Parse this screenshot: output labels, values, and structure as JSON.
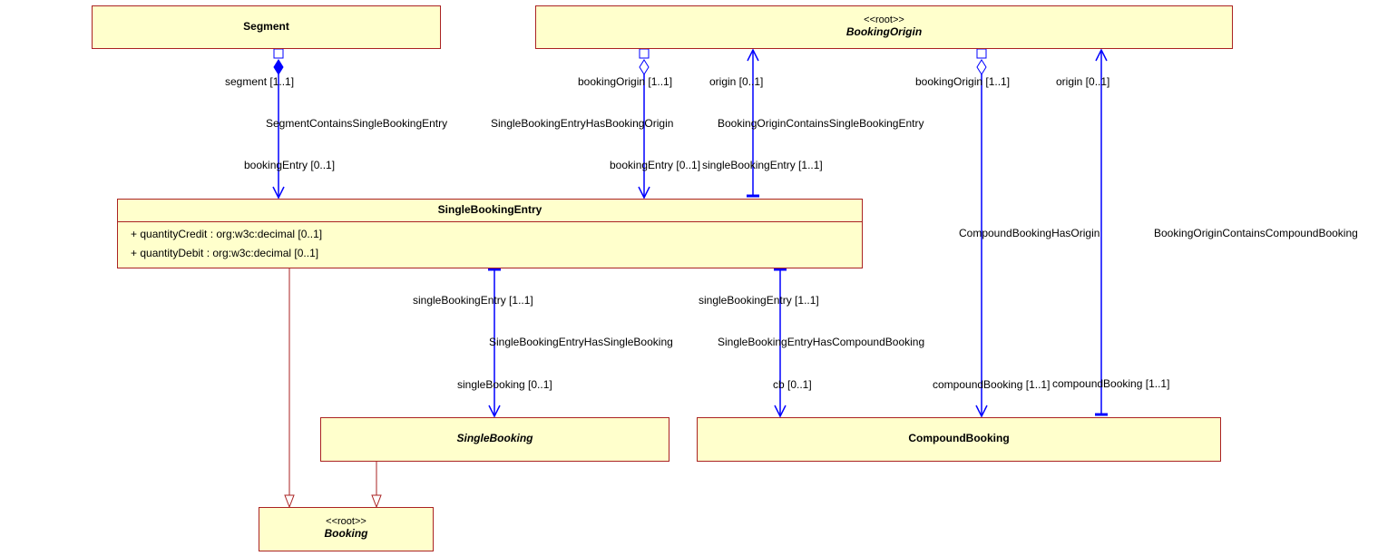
{
  "classes": {
    "segment": {
      "name": "Segment"
    },
    "booking_origin": {
      "stereotype": "<<root>>",
      "name": "BookingOrigin"
    },
    "single_booking_entry": {
      "name": "SingleBookingEntry",
      "attributes": [
        "+ quantityCredit : org:w3c:decimal [0..1]",
        "+ quantityDebit : org:w3c:decimal [0..1]"
      ]
    },
    "single_booking": {
      "name": "SingleBooking"
    },
    "compound_booking": {
      "name": "CompoundBooking"
    },
    "booking": {
      "stereotype": "<<root>>",
      "name": "Booking"
    }
  },
  "associations": {
    "segment_contains": {
      "name": "SegmentContainsSingleBookingEntry",
      "source_role": "segment [1..1]",
      "target_role": "bookingEntry [0..1]"
    },
    "sbe_has_origin": {
      "name": "SingleBookingEntryHasBookingOrigin",
      "source_role": "bookingOrigin [1..1]",
      "target_role": "bookingEntry [0..1]"
    },
    "origin_contains_sbe": {
      "name": "BookingOriginContainsSingleBookingEntry",
      "source_role": "origin [0..1]",
      "target_role": "singleBookingEntry [1..1]"
    },
    "cb_has_origin": {
      "name": "CompoundBookingHasOrigin",
      "source_role": "bookingOrigin [1..1]",
      "target_role": "compoundBooking [1..1]"
    },
    "origin_contains_cb": {
      "name": "BookingOriginContainsCompoundBooking",
      "source_role": "origin [0..1]",
      "target_role": "compoundBooking [1..1]"
    },
    "sbe_has_single_booking": {
      "name": "SingleBookingEntryHasSingleBooking",
      "source_role": "singleBookingEntry [1..1]",
      "target_role": "singleBooking [0..1]"
    },
    "sbe_has_compound_booking": {
      "name": "SingleBookingEntryHasCompoundBooking",
      "source_role": "singleBookingEntry [1..1]",
      "target_role": "cb [0..1]"
    }
  },
  "colors": {
    "class_fill": "#ffffcc",
    "class_border": "#aa2222",
    "association": "#0000ff",
    "generalization": "#aa2222"
  }
}
